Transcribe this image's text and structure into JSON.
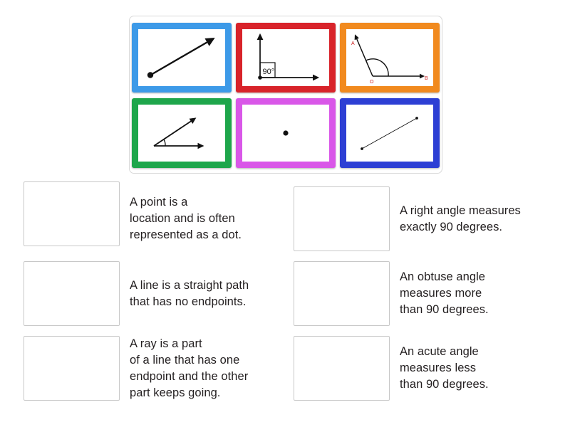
{
  "activity": {
    "type": "match-up",
    "bank_label": "image-bank"
  },
  "tiles": [
    {
      "id": "tile-ray",
      "figure": "ray",
      "border_color": "#3d9ae8",
      "description": "ray with endpoint dot at lower left and arrowhead at upper right",
      "labels": []
    },
    {
      "id": "tile-right-angle",
      "figure": "right-angle",
      "border_color": "#d8232a",
      "description": "right angle formed by a vertical ray and a horizontal ray",
      "labels": [
        "90°"
      ]
    },
    {
      "id": "tile-obtuse-angle",
      "figure": "obtuse-angle",
      "border_color": "#f18a1e",
      "description": "obtuse angle with vertex O, rays to A and B, arc marker",
      "labels": [
        "A",
        "O",
        "B"
      ],
      "label_color": "#cc2020"
    },
    {
      "id": "tile-acute-angle",
      "figure": "acute-angle",
      "border_color": "#1ea64b",
      "description": "acute angle with small arc marker at the vertex",
      "labels": []
    },
    {
      "id": "tile-point",
      "figure": "point",
      "border_color": "#d957e8",
      "description": "a single dot in the middle of the tile",
      "labels": []
    },
    {
      "id": "tile-line",
      "figure": "line-segment",
      "border_color": "#2d3fd4",
      "description": "thin line with a point marker at each end",
      "labels": []
    }
  ],
  "answers": {
    "left": [
      {
        "id": "answer-point",
        "text": "A point is a\nlocation and is often\nrepresented as a dot."
      },
      {
        "id": "answer-line",
        "text": "A line is a straight path\nthat has no endpoints."
      },
      {
        "id": "answer-ray",
        "text": "A ray is a part\nof a line that has one\nendpoint and the other\npart keeps going."
      }
    ],
    "right": [
      {
        "id": "answer-right-angle",
        "text": "A right angle measures\nexactly 90 degrees."
      },
      {
        "id": "answer-obtuse-angle",
        "text": "An obtuse angle\nmeasures more\nthan 90 degrees."
      },
      {
        "id": "answer-acute-angle",
        "text": "An acute angle\nmeasures less\nthan 90 degrees."
      }
    ]
  }
}
